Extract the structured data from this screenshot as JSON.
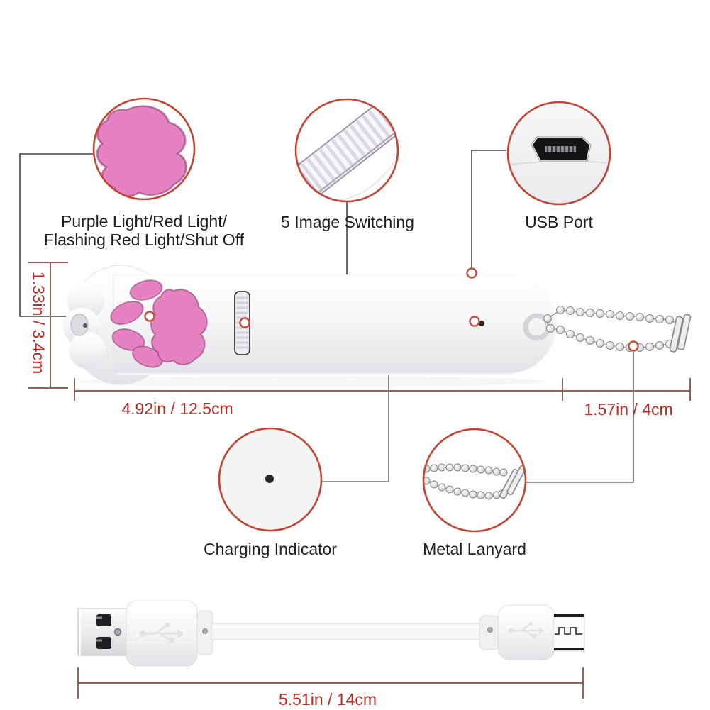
{
  "callouts": {
    "power_modes": "Purple Light/Red Light/\nFlashing Red Light/Shut Off",
    "image_switching": "5 Image Switching",
    "usb_port": "USB Port",
    "charging_indicator": "Charging Indicator",
    "metal_lanyard": "Metal Lanyard"
  },
  "dimensions": {
    "head_height": "1.33in / 3.4cm",
    "body_length": "4.92in / 12.5cm",
    "lanyard_length": "1.57in / 4cm",
    "cable_length": "5.51in / 14cm"
  },
  "colors": {
    "callout_circle_border": "#c64232",
    "dimension_text_red": "#c2281d",
    "dimension_line": "#9a5f56",
    "label_text": "#1f1f1f",
    "paw_pad_pink": "#e583c2",
    "rotate_arrow_salmon": "#ee6e7c",
    "device_body": "#f4f4f6"
  }
}
